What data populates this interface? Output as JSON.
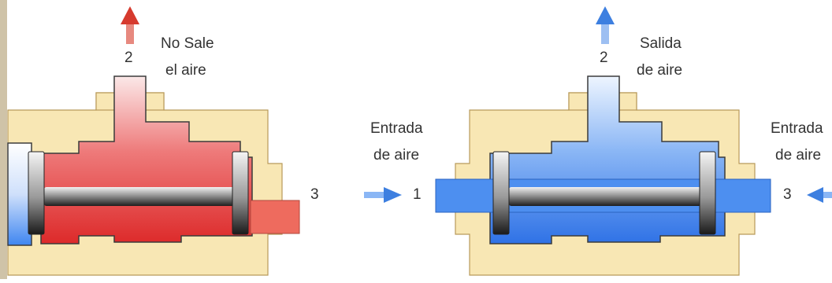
{
  "left_valve": {
    "outlet_port": "2",
    "outlet_label_line1": "No Sale",
    "outlet_label_line2": "el aire",
    "side_port": "3",
    "fill_color": "#e23a3a",
    "arrow_color": "#d63a2e"
  },
  "right_valve": {
    "outlet_port": "2",
    "outlet_label_line1": "Salida",
    "outlet_label_line2": "de aire",
    "inlet_left_port": "1",
    "inlet_left_line1": "Entrada",
    "inlet_left_line2": "de aire",
    "inlet_right_port": "3",
    "inlet_right_line1": "Entrada",
    "inlet_right_line2": "de aire",
    "fill_color": "#3f86f0",
    "arrow_color": "#3d7fe0"
  },
  "colors": {
    "body": "#f8e7b4",
    "body_stroke": "#b89a5a",
    "cavity_outline": "#3b3b3b",
    "frame_edge": "#bfb29a"
  }
}
